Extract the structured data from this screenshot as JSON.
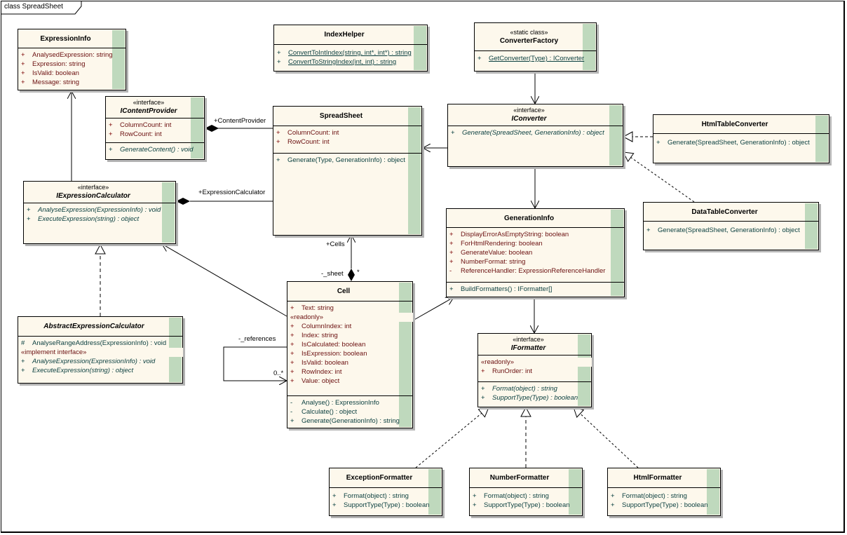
{
  "diagram": {
    "frame_title": "class SpreadSheet",
    "classes": {
      "ExpressionInfo": {
        "name": "ExpressionInfo",
        "stereotype": "",
        "attributes": [
          {
            "vis": "+",
            "text": "AnalysedExpression:  string"
          },
          {
            "vis": "+",
            "text": "Expression:  string"
          },
          {
            "vis": "+",
            "text": "IsValid:  boolean"
          },
          {
            "vis": "+",
            "text": "Message:  string"
          }
        ]
      },
      "IndexHelper": {
        "name": "IndexHelper",
        "operations": [
          {
            "vis": "+",
            "text": "ConvertToIntIndex(string, int*, int*) : string",
            "static": true
          },
          {
            "vis": "+",
            "text": "ConvertToStringIndex(int, int) : string",
            "static": true
          }
        ]
      },
      "ConverterFactory": {
        "name": "ConverterFactory",
        "stereotype": "«static class»",
        "operations": [
          {
            "vis": "+",
            "text": "GetConverter(Type) : IConverter",
            "static": true
          }
        ]
      },
      "IContentProvider": {
        "name": "IContentProvider",
        "stereotype": "«interface»",
        "attributes": [
          {
            "vis": "+",
            "text": "ColumnCount:  int"
          },
          {
            "vis": "+",
            "text": "RowCount:  int"
          }
        ],
        "operations": [
          {
            "vis": "+",
            "text": "GenerateContent() : void",
            "abstract": true
          }
        ]
      },
      "SpreadSheet": {
        "name": "SpreadSheet",
        "attributes": [
          {
            "vis": "+",
            "text": "ColumnCount:  int"
          },
          {
            "vis": "+",
            "text": "RowCount:  int"
          }
        ],
        "operations": [
          {
            "vis": "+",
            "text": "Generate(Type, GenerationInfo) : object"
          }
        ]
      },
      "IConverter": {
        "name": "IConverter",
        "stereotype": "«interface»",
        "operations": [
          {
            "vis": "+",
            "text": "Generate(SpreadSheet, GenerationInfo) : object",
            "abstract": true
          }
        ]
      },
      "HtmlTableConverter": {
        "name": "HtmlTableConverter",
        "operations": [
          {
            "vis": "+",
            "text": "Generate(SpreadSheet, GenerationInfo) : object"
          }
        ]
      },
      "DataTableConverter": {
        "name": "DataTableConverter",
        "operations": [
          {
            "vis": "+",
            "text": "Generate(SpreadSheet, GenerationInfo) : object"
          }
        ]
      },
      "IExpressionCalculator": {
        "name": "IExpressionCalculator",
        "stereotype": "«interface»",
        "operations": [
          {
            "vis": "+",
            "text": "AnalyseExpression(ExpressionInfo) : void",
            "abstract": true
          },
          {
            "vis": "+",
            "text": "ExecuteExpression(string) : object",
            "abstract": true
          }
        ]
      },
      "AbstractExpressionCalculator": {
        "name": "AbstractExpressionCalculator",
        "operations": [
          {
            "vis": "#",
            "text": "AnalyseRangeAddress(ExpressionInfo) : void"
          }
        ],
        "note": "«implement interface»",
        "impl_operations": [
          {
            "vis": "+",
            "text": "AnalyseExpression(ExpressionInfo) : void",
            "abstract": true
          },
          {
            "vis": "+",
            "text": "ExecuteExpression(string) : object",
            "abstract": true
          }
        ]
      },
      "GenerationInfo": {
        "name": "GenerationInfo",
        "attributes": [
          {
            "vis": "+",
            "text": "DisplayErrorAsEmptyString:  boolean"
          },
          {
            "vis": "+",
            "text": "ForHtmlRendering:  boolean"
          },
          {
            "vis": "+",
            "text": "GenerateValue:  boolean"
          },
          {
            "vis": "+",
            "text": "NumberFormat:  string"
          },
          {
            "vis": "-",
            "text": "ReferenceHandler:  ExpressionReferenceHandler"
          }
        ],
        "operations": [
          {
            "vis": "+",
            "text": "BuildFormatters() : IFormatter[]"
          }
        ]
      },
      "Cell": {
        "name": "Cell",
        "attributes": [
          {
            "vis": "+",
            "text": "Text:  string"
          }
        ],
        "note": "«readonly»",
        "readonly_attributes": [
          {
            "vis": "+",
            "text": "ColumnIndex:  int"
          },
          {
            "vis": "+",
            "text": "Index:  string"
          },
          {
            "vis": "+",
            "text": "IsCalculated:  boolean"
          },
          {
            "vis": "+",
            "text": "IsExpression:  boolean"
          },
          {
            "vis": "+",
            "text": "IsValid:  boolean"
          },
          {
            "vis": "+",
            "text": "RowIndex:  int"
          },
          {
            "vis": "+",
            "text": "Value:  object"
          }
        ],
        "operations": [
          {
            "vis": "-",
            "text": "Analyse() : ExpressionInfo"
          },
          {
            "vis": "-",
            "text": "Calculate() : object"
          },
          {
            "vis": "+",
            "text": "Generate(GenerationInfo) : string"
          }
        ]
      },
      "IFormatter": {
        "name": "IFormatter",
        "stereotype": "«interface»",
        "note": "«readonly»",
        "readonly_attributes": [
          {
            "vis": "+",
            "text": "RunOrder:  int"
          }
        ],
        "operations": [
          {
            "vis": "+",
            "text": "Format(object) : string",
            "abstract": true
          },
          {
            "vis": "+",
            "text": "SupportType(Type) : boolean",
            "abstract": true
          }
        ]
      },
      "ExceptionFormatter": {
        "name": "ExceptionFormatter",
        "operations": [
          {
            "vis": "+",
            "text": "Format(object) : string"
          },
          {
            "vis": "+",
            "text": "SupportType(Type) : boolean"
          }
        ]
      },
      "NumberFormatter": {
        "name": "NumberFormatter",
        "operations": [
          {
            "vis": "+",
            "text": "Format(object) : string"
          },
          {
            "vis": "+",
            "text": "SupportType(Type) : boolean"
          }
        ]
      },
      "HtmlFormatter": {
        "name": "HtmlFormatter",
        "operations": [
          {
            "vis": "+",
            "text": "Format(object) : string"
          },
          {
            "vis": "+",
            "text": "SupportType(Type) : boolean"
          }
        ]
      }
    },
    "relationships": [
      {
        "type": "association",
        "from": "IExpressionCalculator",
        "to": "ExpressionInfo"
      },
      {
        "type": "composition",
        "whole": "SpreadSheet",
        "part": "IContentProvider",
        "role": "+ContentProvider"
      },
      {
        "type": "composition",
        "whole": "SpreadSheet",
        "part": "IExpressionCalculator",
        "role": "+ExpressionCalculator"
      },
      {
        "type": "association",
        "from": "ConverterFactory",
        "to": "IConverter"
      },
      {
        "type": "association",
        "from": "IConverter",
        "to": "SpreadSheet"
      },
      {
        "type": "association",
        "from": "IConverter",
        "to": "GenerationInfo"
      },
      {
        "type": "realization",
        "from": "HtmlTableConverter",
        "to": "IConverter"
      },
      {
        "type": "realization",
        "from": "DataTableConverter",
        "to": "IConverter"
      },
      {
        "type": "composition",
        "whole": "Cell",
        "part": "SpreadSheet",
        "role": "+Cells",
        "role_end": "-_sheet",
        "multiplicity": "*"
      },
      {
        "type": "association",
        "from": "Cell",
        "to": "IExpressionCalculator"
      },
      {
        "type": "association",
        "from": "Cell",
        "to": "GenerationInfo"
      },
      {
        "type": "self-association",
        "class": "Cell",
        "role": "-_references",
        "multiplicity": "0..*"
      },
      {
        "type": "realization",
        "from": "AbstractExpressionCalculator",
        "to": "IExpressionCalculator"
      },
      {
        "type": "association",
        "from": "GenerationInfo",
        "to": "IFormatter"
      },
      {
        "type": "realization",
        "from": "ExceptionFormatter",
        "to": "IFormatter"
      },
      {
        "type": "realization",
        "from": "NumberFormatter",
        "to": "IFormatter"
      },
      {
        "type": "realization",
        "from": "HtmlFormatter",
        "to": "IFormatter"
      }
    ],
    "labels": {
      "content_provider": "+ContentProvider",
      "expression_calculator": "+ExpressionCalculator",
      "cells": "+Cells",
      "sheet": "-_sheet",
      "sheet_mult": "*",
      "references": "-_references",
      "references_mult": "0..*"
    }
  }
}
